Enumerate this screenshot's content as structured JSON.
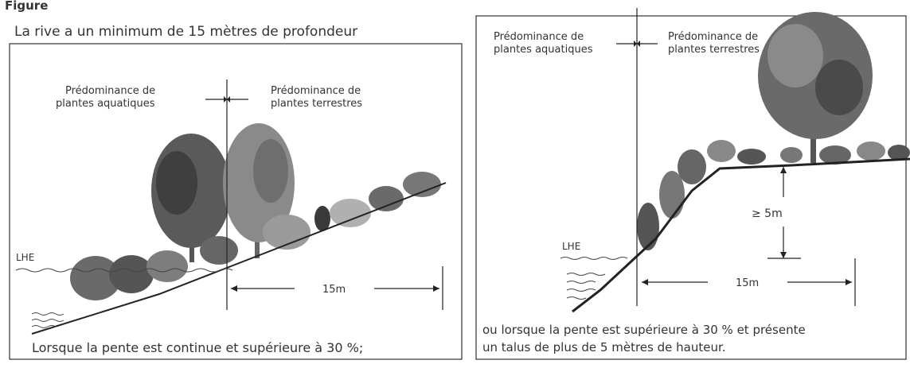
{
  "figure_caption_fragment": "Figure",
  "left": {
    "top_caption": "La rive a un minimum de 15 mètres de profondeur",
    "label_aquatic_line1": "Prédominance de",
    "label_aquatic_line2": "plantes aquatiques",
    "label_terrestrial_line1": "Prédominance de",
    "label_terrestrial_line2": "plantes terrestres",
    "lhe": "LHE",
    "distance": "15m",
    "bottom_caption": "Lorsque la pente est continue et supérieure à 30 %;"
  },
  "right": {
    "label_aquatic_line1": "Prédominance de",
    "label_aquatic_line2": "plantes aquatiques",
    "label_terrestrial_line1": "Prédominance de",
    "label_terrestrial_line2": "plantes terrestres",
    "lhe": "LHE",
    "height": "≥ 5m",
    "distance": "15m",
    "bottom_caption_line1": "ou lorsque la pente est supérieure à 30 % et présente",
    "bottom_caption_line2": "un talus de plus de 5 mètres de hauteur."
  },
  "colors": {
    "tree_dark": "#4a4a4a",
    "tree_mid": "#7a7a7a",
    "tree_light": "#9a9a9a",
    "line": "#222222"
  }
}
